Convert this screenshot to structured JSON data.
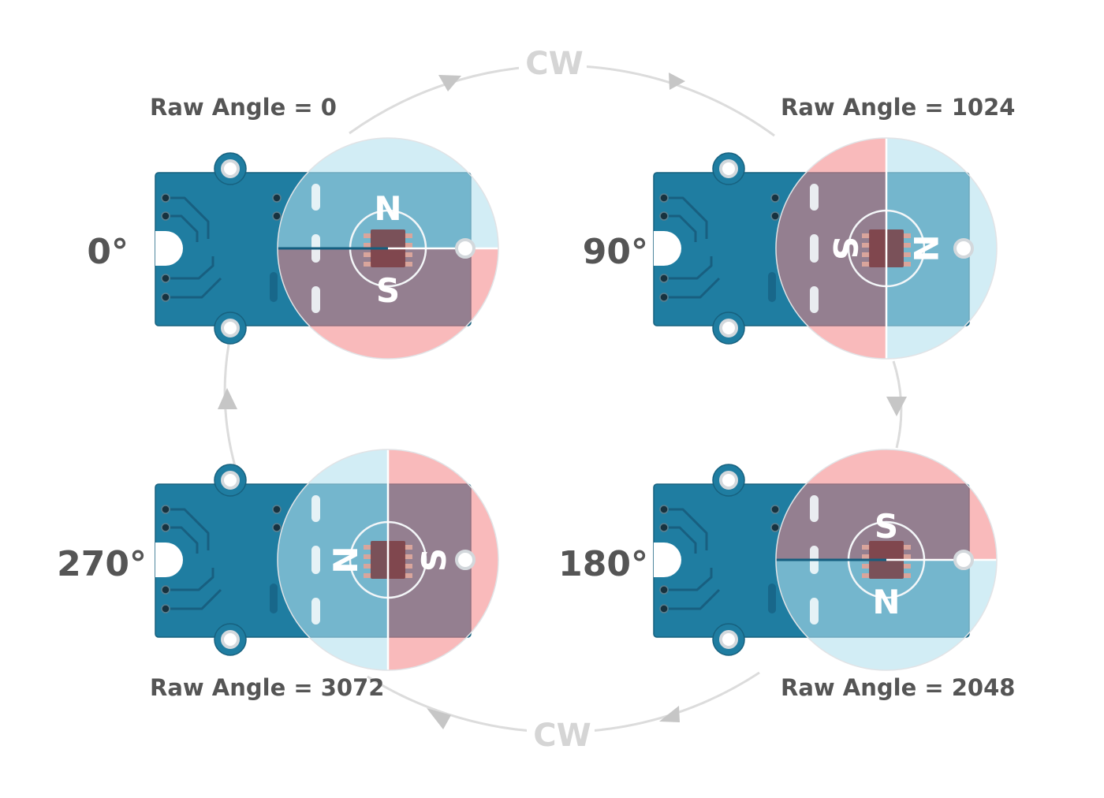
{
  "rotation": {
    "direction_top": "CW",
    "direction_bottom": "CW"
  },
  "positions": [
    {
      "id": "pos-0",
      "angle": "0°",
      "raw_angle": "Raw Angle = 0",
      "pole_top": "N",
      "pole_bottom": "S"
    },
    {
      "id": "pos-90",
      "angle": "90°",
      "raw_angle": "Raw Angle = 1024",
      "pole_left": "S",
      "pole_right": "N"
    },
    {
      "id": "pos-180",
      "angle": "180°",
      "raw_angle": "Raw Angle = 2048",
      "pole_top": "S",
      "pole_bottom": "N"
    },
    {
      "id": "pos-270",
      "angle": "270°",
      "raw_angle": "Raw Angle = 3072",
      "pole_left": "N",
      "pole_right": "S"
    }
  ],
  "colors": {
    "north_half": "#b2e0ee",
    "south_half": "#f48184",
    "board": "#1f7da1",
    "text": "#555555",
    "arrow": "#dcdcdc"
  }
}
